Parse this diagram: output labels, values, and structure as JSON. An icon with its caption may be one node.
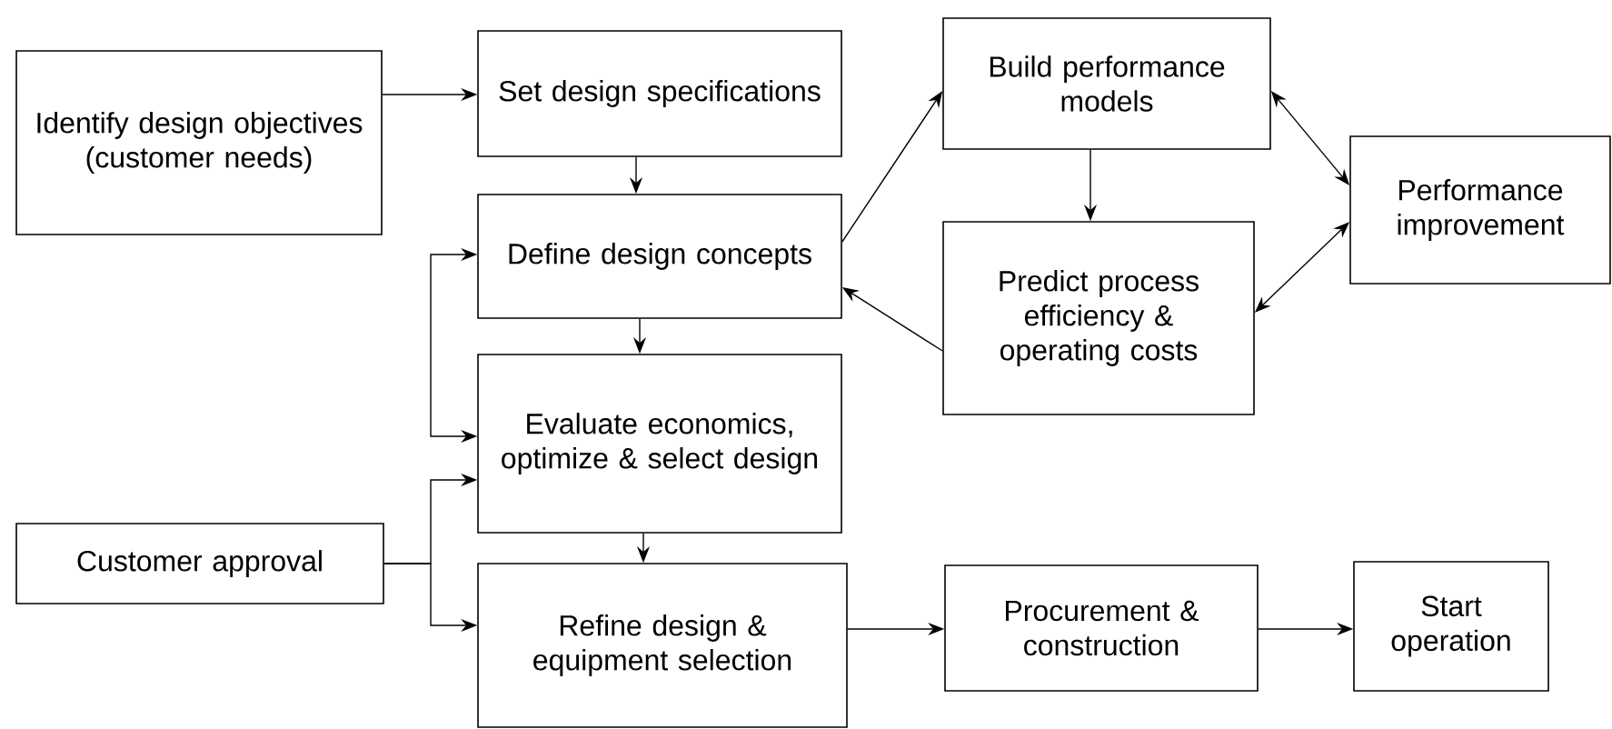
{
  "diagram": {
    "nodes": [
      {
        "text": [
          "Identify design objectives (customer needs)"
        ]
      },
      {
        "text": [
          "Set design specifications"
        ]
      },
      {
        "text": [
          "Define design concepts"
        ]
      },
      {
        "text": [
          "Evaluate economics, optimize & select design"
        ]
      },
      {
        "text": [
          "Customer approval"
        ]
      },
      {
        "text": [
          "Refine design & equipment selection"
        ]
      },
      {
        "text": [
          "Build performance models"
        ]
      },
      {
        "text": [
          "Predict process efficiency & operating costs"
        ]
      },
      {
        "text": [
          "Performance improvement"
        ]
      },
      {
        "text": [
          "Procurement & construction"
        ]
      },
      {
        "text": [
          "Start operation"
        ]
      }
    ],
    "edges": [
      {
        "from": 0,
        "to": 1,
        "arrow": "to"
      },
      {
        "from": 1,
        "to": 2,
        "arrow": "to"
      },
      {
        "from": 2,
        "to": 3,
        "arrow": "to"
      },
      {
        "from": 2,
        "to": 6,
        "arrow": "to"
      },
      {
        "from": 6,
        "to": 7,
        "arrow": "to"
      },
      {
        "from": 7,
        "to": 2,
        "arrow": "to"
      },
      {
        "from": 6,
        "to": 8,
        "arrow": "both"
      },
      {
        "from": 7,
        "to": 8,
        "arrow": "both"
      },
      {
        "from": 3,
        "to": 2,
        "arrow": "both"
      },
      {
        "from": 3,
        "to": 5,
        "arrow": "to"
      },
      {
        "from": 4,
        "to": 3,
        "arrow": "to"
      },
      {
        "from": 4,
        "to": 5,
        "arrow": "to"
      },
      {
        "from": 5,
        "to": 9,
        "arrow": "to"
      },
      {
        "from": 9,
        "to": 10,
        "arrow": "to"
      }
    ]
  }
}
